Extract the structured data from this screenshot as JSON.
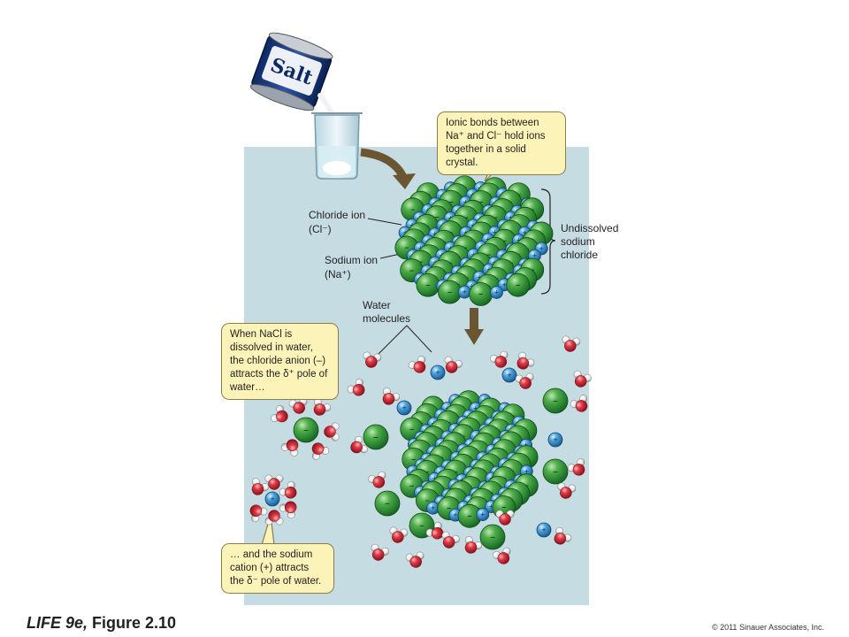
{
  "colors": {
    "panel": "#c5dce3",
    "chloride": "#2f8f3a",
    "sodium": "#3c8fc8",
    "oxygen": "#cc2a3a",
    "hydrogen": "#f0f0f0",
    "callout_fill": "#fbf3b8",
    "arrow": "#6b5631"
  },
  "salt_can": {
    "label": "Salt"
  },
  "callouts": {
    "ionic_bonds": "Ionic bonds between Na⁺ and Cl⁻ hold ions together in a solid crystal.",
    "chloride_attracts": "When NaCl is dissolved in water, the chloride anion (–) attracts the δ⁺ pole of water…",
    "sodium_attracts": "… and the sodium cation (+) attracts the δ⁻ pole of water."
  },
  "labels": {
    "chloride_ion": "Chloride ion",
    "chloride_formula": "(Cl⁻)",
    "sodium_ion": "Sodium ion",
    "sodium_formula": "(Na⁺)",
    "undissolved": "Undissolved sodium chloride",
    "water_molecules": "Water molecules"
  },
  "ion_signs": {
    "chloride": "–",
    "sodium": "+"
  },
  "footer": {
    "title_italic": "LIFE 9e,",
    "title_rest": " Figure 2.10",
    "copyright": "© 2011 Sinauer Associates, Inc."
  }
}
